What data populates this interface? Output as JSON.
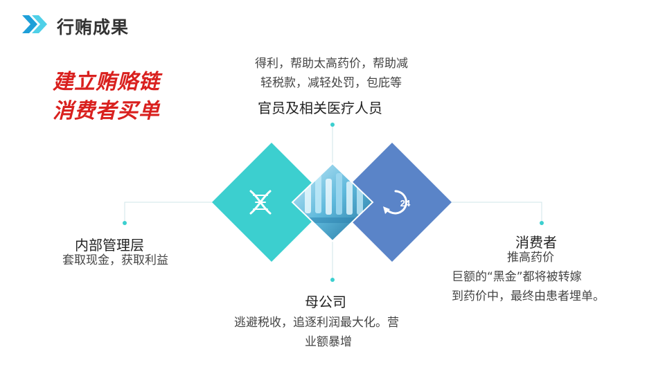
{
  "header": {
    "title": "行贿成果",
    "logo_icon": "double-chevron-right-icon",
    "logo_color": "#2bb5e6"
  },
  "headline": {
    "line1": "建立贿赂链",
    "line2": "消费者买单",
    "color": "#d9201e"
  },
  "officials": {
    "note_line1": "得利，帮助太高药价，帮助减",
    "note_line2": "轻税款，减轻处罚，包庇等",
    "label": "官员及相关医疗人员"
  },
  "management": {
    "label": "内部管理层",
    "note": "套取现金，获取利益"
  },
  "parent_company": {
    "label": "母公司",
    "note_line1": "逃避税收，追逐利润最大化。营",
    "note_line2": "业额暴增"
  },
  "consumer": {
    "label": "消费者",
    "note_line1": "推高药价",
    "note_line2": "巨额的“黑金”都将被转嫁",
    "note_line3": "到药价中，最终由患者埋单。"
  },
  "diamonds": {
    "left_icon": "dna-icon",
    "right_icon": "24-hour-cycle-icon",
    "right_icon_text": "24",
    "left_color": "#3ccfcf",
    "right_color": "#5a84c8",
    "center_image": "pharmaceutical-vials-photo"
  }
}
